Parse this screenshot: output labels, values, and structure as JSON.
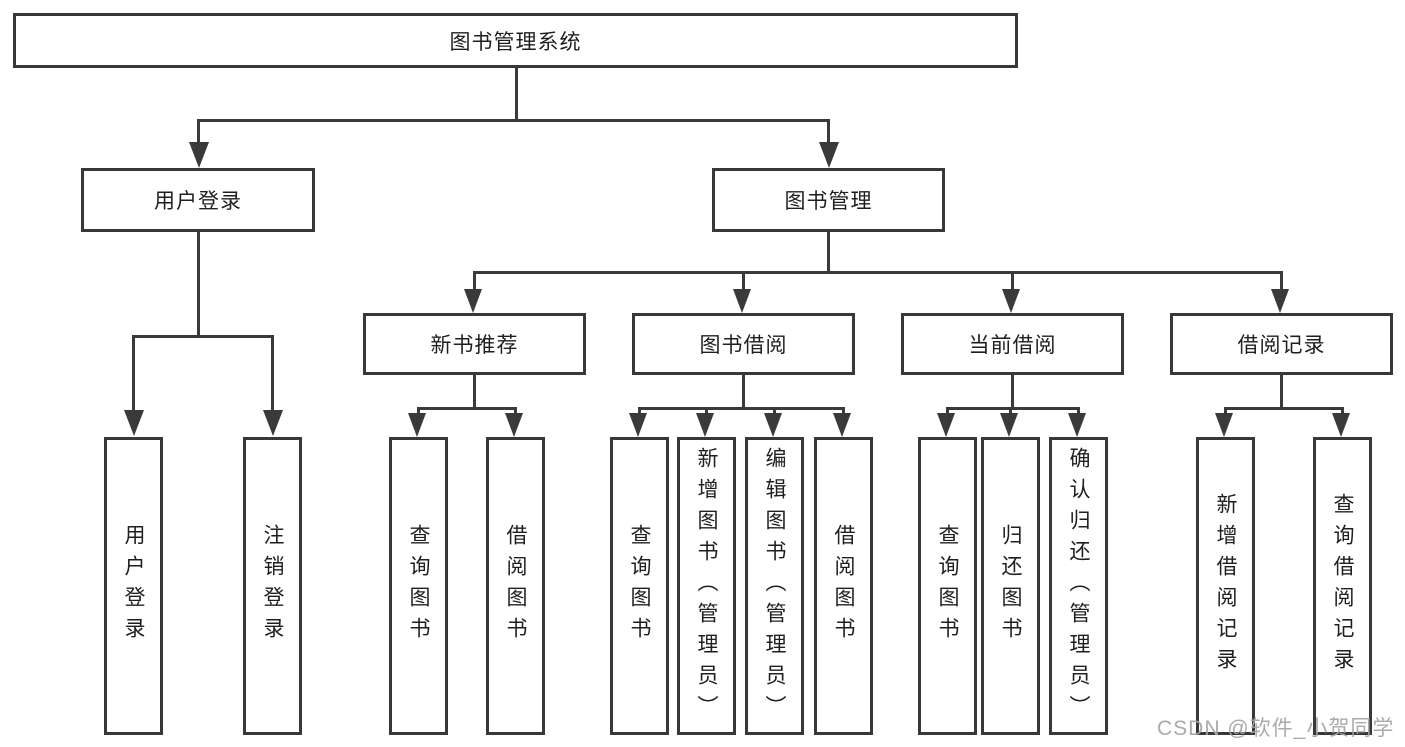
{
  "diagram": {
    "root": {
      "label": "图书管理系统"
    },
    "level2": [
      {
        "label": "用户登录"
      },
      {
        "label": "图书管理"
      }
    ],
    "level3": [
      {
        "label": "新书推荐"
      },
      {
        "label": "图书借阅"
      },
      {
        "label": "当前借阅"
      },
      {
        "label": "借阅记录"
      }
    ],
    "leaves": {
      "user_login": [
        {
          "label": "用户登录"
        },
        {
          "label": "注销登录"
        }
      ],
      "new_book": [
        {
          "label": "查询图书"
        },
        {
          "label": "借阅图书"
        }
      ],
      "book_borrow": [
        {
          "label": "查询图书"
        },
        {
          "label": "新增图书（管理员）"
        },
        {
          "label": "编辑图书（管理员）"
        },
        {
          "label": "借阅图书"
        }
      ],
      "current_borrow": [
        {
          "label": "查询图书"
        },
        {
          "label": "归还图书"
        },
        {
          "label": "确认归还（管理员）"
        }
      ],
      "borrow_record": [
        {
          "label": "新增借阅记录"
        },
        {
          "label": "查询借阅记录"
        }
      ]
    },
    "watermark": "CSDN @软件_小贺同学",
    "colors": {
      "line": "#3a3a3a",
      "border": "#383838",
      "text": "#1f1f1f",
      "watermark": "#a5a5aa",
      "background": "#ffffff"
    }
  }
}
